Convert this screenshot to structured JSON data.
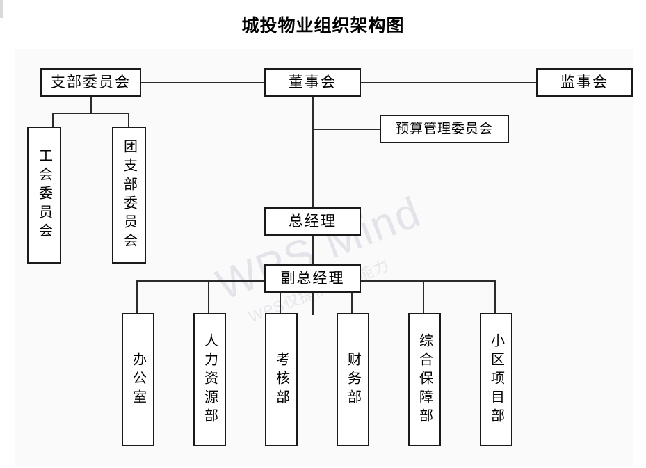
{
  "title": "城投物业组织架构图",
  "watermark": {
    "main": "WPS Mind",
    "sub": "WPS仅提供作图能力"
  },
  "nodes": {
    "party_branch_committee": "支部委员会",
    "board_of_directors": "董事会",
    "board_of_supervisors": "监事会",
    "budget_management_committee": "预算管理委员会",
    "labor_union_committee": "工会委员会",
    "youth_league_branch_committee": "团支部委员会",
    "general_manager": "总经理",
    "deputy_general_manager": "副总经理"
  },
  "departments": [
    {
      "label": "办公室"
    },
    {
      "label": "人力资源部"
    },
    {
      "label": "考核部"
    },
    {
      "label": "财务部"
    },
    {
      "label": "综合保障部"
    },
    {
      "label": "小区项目部"
    }
  ],
  "colors": {
    "canvas": "#fafafa",
    "box_border": "#1a1a1a",
    "box_fill": "#ffffff",
    "connector": "#2b2b2b",
    "text": "#000000",
    "watermark": "#e3e3ea"
  }
}
